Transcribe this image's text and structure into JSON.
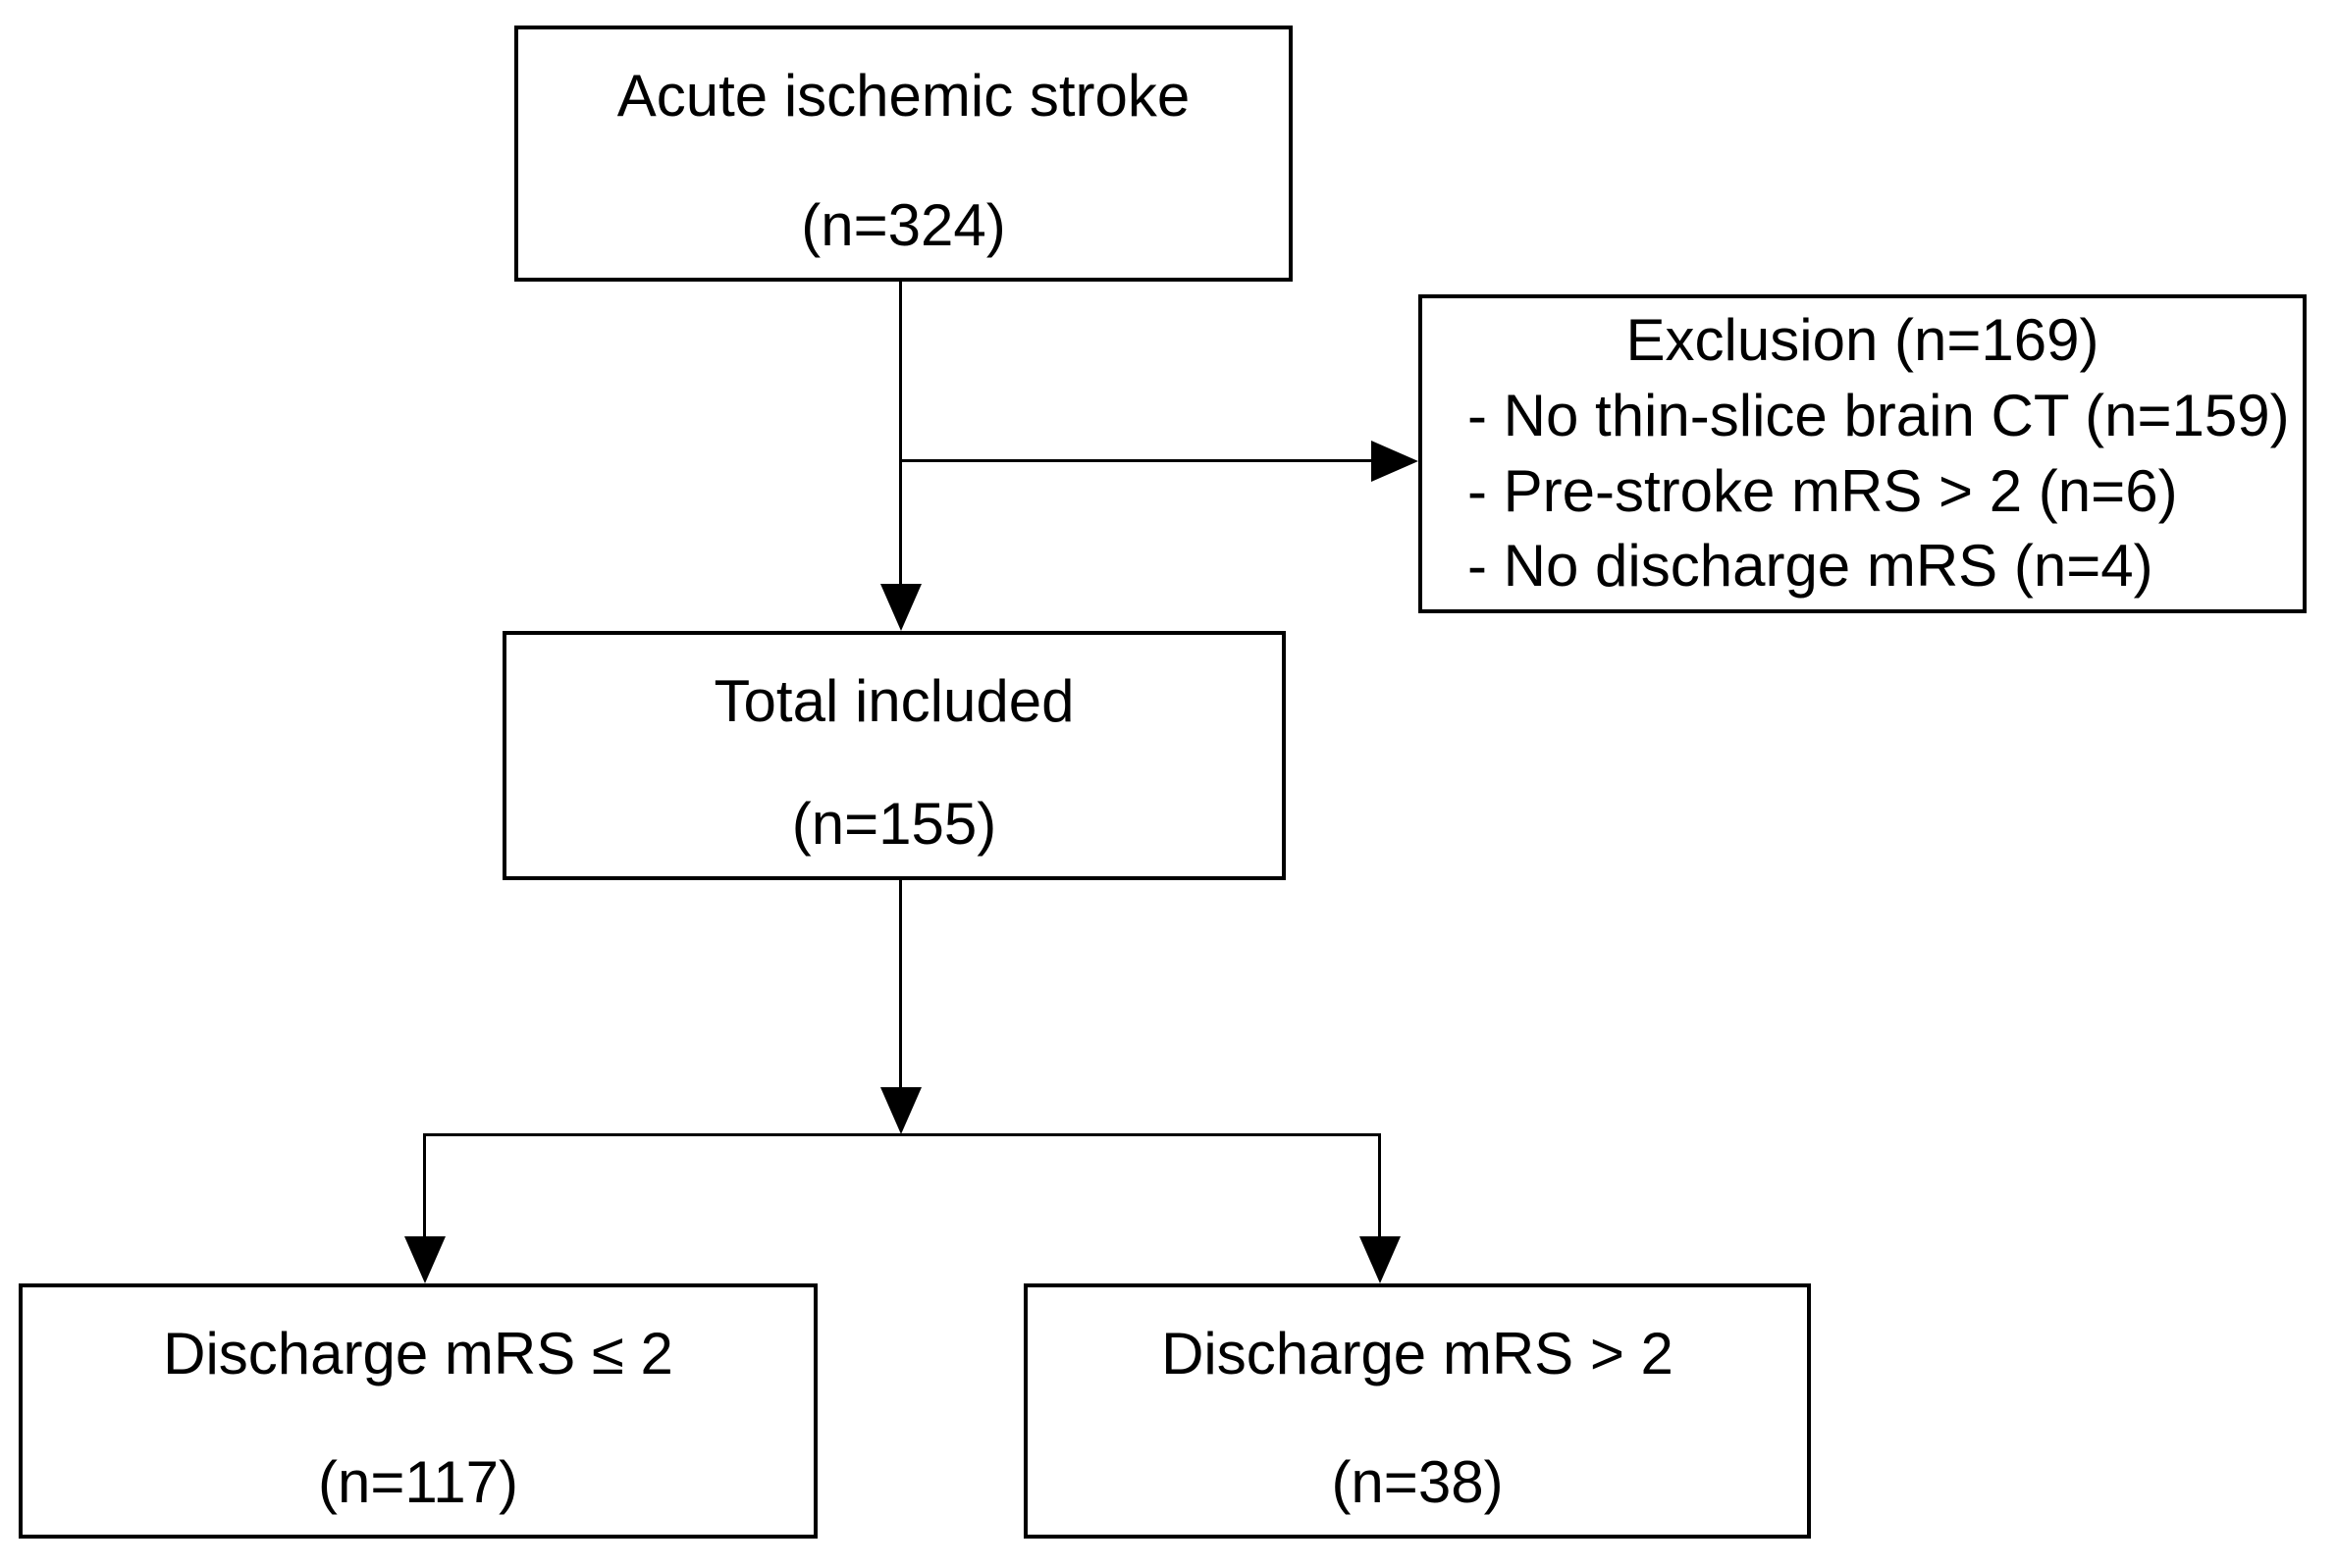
{
  "flowchart": {
    "nodes": {
      "acute": {
        "label": "Acute ischemic stroke",
        "count": "(n=324)"
      },
      "exclusion": {
        "title": "Exclusion (n=169)",
        "items": [
          "- No thin-slice brain CT (n=159)",
          "- Pre-stroke mRS > 2 (n=6)",
          "- No discharge mRS (n=4)"
        ]
      },
      "total": {
        "label": "Total included",
        "count": "(n=155)"
      },
      "mrs_le2": {
        "label": "Discharge mRS ≤ 2",
        "count": "(n=117)"
      },
      "mrs_gt2": {
        "label": "Discharge mRS > 2",
        "count": "(n=38)"
      }
    },
    "colors": {
      "background": "#ffffff",
      "border": "#000000",
      "text": "#000000"
    }
  }
}
